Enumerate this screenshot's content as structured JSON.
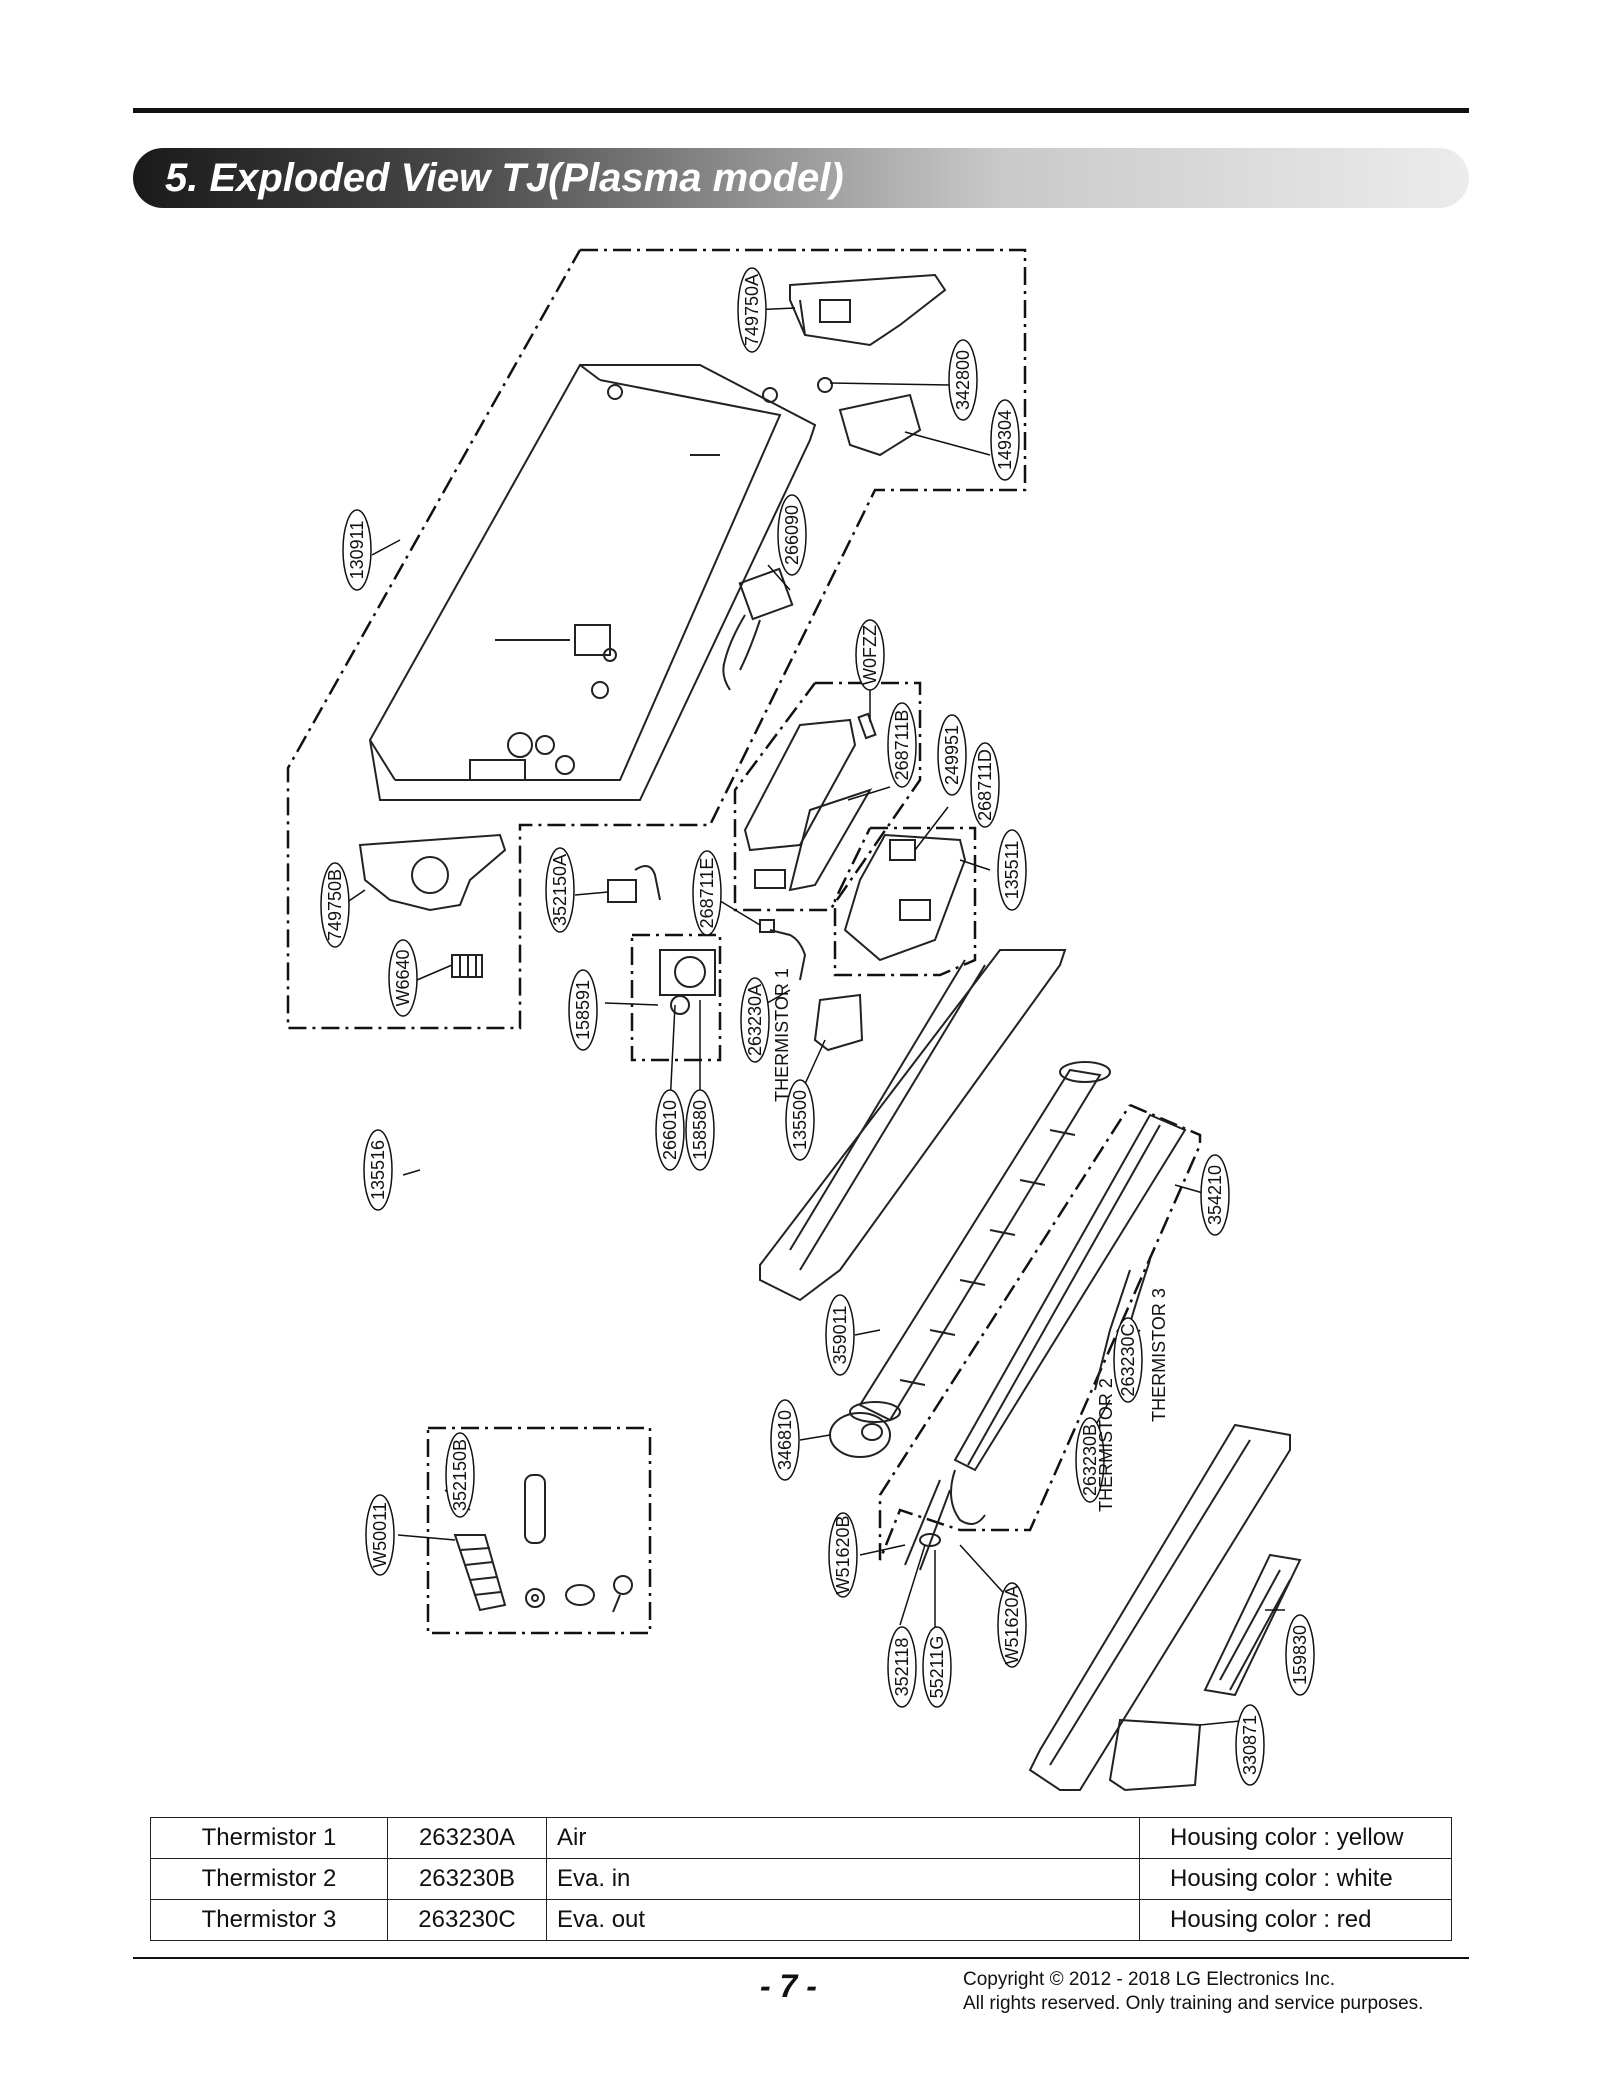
{
  "header": {
    "title": "5. Exploded View TJ(Plasma model)"
  },
  "diagram": {
    "callouts": {
      "c749750A": "749750A",
      "c342800": "342800",
      "c149304": "149304",
      "c130911": "130911",
      "c266090": "266090",
      "cW0FZZ": "W0FZZ",
      "c268711B": "268711B",
      "c249951": "249951",
      "c268711D": "268711D",
      "c135511": "135511",
      "c749750B": "749750B",
      "cW6640": "W6640",
      "c352150A": "352150A",
      "c268711E": "268711E",
      "c158591": "158591",
      "c263230A": "263230A",
      "cThermistor1": "THERMISTOR 1",
      "c266010": "266010",
      "c158580": "158580",
      "c135500": "135500",
      "c135516": "135516",
      "c354210": "354210",
      "c359011": "359011",
      "c263230C": "263230C",
      "cThermistor3": "THERMISTOR 3",
      "c346810": "346810",
      "c263230B": "263230B",
      "cThermistor2": "THERMISTOR 2",
      "c352150B": "352150B",
      "cW50011": "W50011",
      "cW51620B": "W51620B",
      "cW51620A": "W51620A",
      "c352118": "352118",
      "c55211G": "55211G",
      "c159830": "159830",
      "c330871": "330871"
    }
  },
  "thermistor_table": {
    "rows": [
      {
        "name": "Thermistor 1",
        "part": "263230A",
        "location": "Air",
        "note": "Housing color : yellow"
      },
      {
        "name": "Thermistor 2",
        "part": "263230B",
        "location": "Eva. in",
        "note": "Housing color : white"
      },
      {
        "name": "Thermistor 3",
        "part": "263230C",
        "location": "Eva. out",
        "note": "Housing color : red"
      }
    ]
  },
  "footer": {
    "page_number": "- 7 -",
    "copyright_line1": "Copyright © 2012 - 2018 LG Electronics Inc.",
    "copyright_line2": "All rights reserved. Only training and service purposes."
  }
}
